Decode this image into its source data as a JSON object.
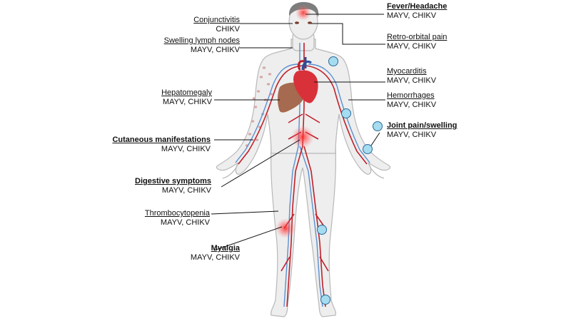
{
  "colors": {
    "skin": "#eeeeee",
    "skin_outline": "#b8b8b8",
    "artery": "#c0202a",
    "vein": "#5a8fd0",
    "liver": "#a56a50",
    "heart": "#d8313a",
    "rash": "#d9a6a8",
    "hotspot": "#ff3a3a",
    "joint_marker": "#a6dcf0",
    "joint_marker_outline": "#2a6a9a",
    "leader_line": "#111111",
    "hair": "#7d7d7d"
  },
  "labels": {
    "conjunctivitis": {
      "title": "Conjunctivitis",
      "viruses": "CHIKV",
      "bold": false
    },
    "lymph": {
      "title": "Swelling lymph nodes",
      "viruses": "MAYV, CHIKV",
      "bold": false
    },
    "hepatomegaly": {
      "title": "Hepatomegaly",
      "viruses": "MAYV, CHIKV",
      "bold": false
    },
    "cutaneous": {
      "title": "Cutaneous manifestations",
      "viruses": "MAYV, CHIKV",
      "bold": true
    },
    "digestive": {
      "title": "Digestive symptoms",
      "viruses": "MAYV, CHIKV",
      "bold": true
    },
    "thrombocytopenia": {
      "title": "Thrombocytopenia",
      "viruses": "MAYV, CHIKV",
      "bold": false
    },
    "myalgia": {
      "title": "Myalgia",
      "viruses": "MAYV, CHIKV",
      "bold": true
    },
    "fever": {
      "title": "Fever/Headache",
      "viruses": "MAYV, CHIKV",
      "bold": true
    },
    "retro": {
      "title": "Retro-orbital pain",
      "viruses": "MAYV, CHIKV",
      "bold": false
    },
    "myocarditis": {
      "title": "Myocarditis",
      "viruses": "MAYV, CHIKV",
      "bold": false
    },
    "hemorrhages": {
      "title": "Hemorrhages",
      "viruses": "MAYV, CHIKV",
      "bold": false
    },
    "joint": {
      "title": "Joint pain/swelling",
      "viruses": "MAYV, CHIKV",
      "bold": true
    }
  }
}
